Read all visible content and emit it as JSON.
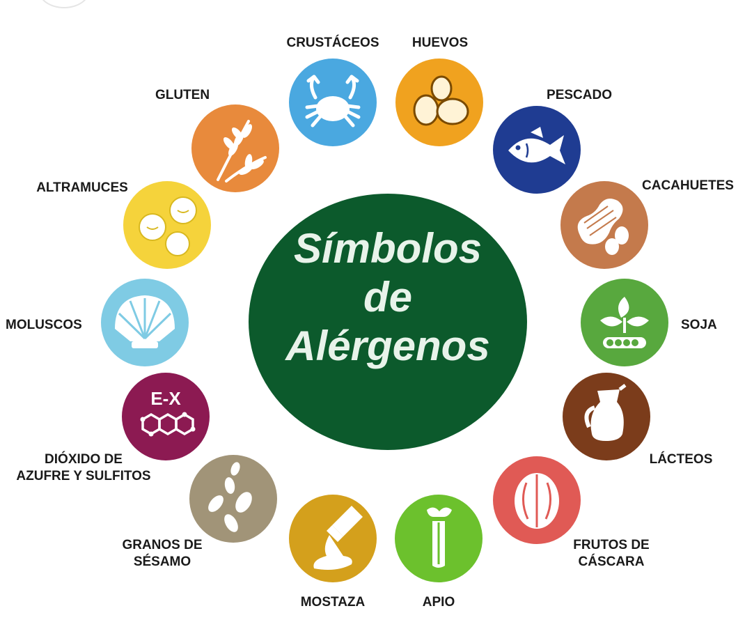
{
  "title": {
    "line1": "Símbolos",
    "line2": "de",
    "line3": "Alérgenos",
    "color": "#0c5a2c"
  },
  "allergens": {
    "crustaceos": {
      "label": "CRUSTÁCEOS",
      "icon": "crab-icon",
      "color": "#4aa8e0"
    },
    "huevos": {
      "label": "HUEVOS",
      "icon": "eggs-icon",
      "color": "#f0a21f"
    },
    "pescado": {
      "label": "PESCADO",
      "icon": "fish-icon",
      "color": "#1f3c92"
    },
    "cacahuetes": {
      "label": "CACAHUETES",
      "icon": "peanut-icon",
      "color": "#c47a4c"
    },
    "soja": {
      "label": "SOJA",
      "icon": "soy-leaves-icon",
      "color": "#58a83e"
    },
    "lacteos": {
      "label": "LÁCTEOS",
      "icon": "milk-jug-icon",
      "color": "#7b3c1b"
    },
    "frutos": {
      "label1": "FRUTOS DE",
      "label2": "CÁSCARA",
      "icon": "walnut-icon",
      "color": "#e05a55"
    },
    "apio": {
      "label": "APIO",
      "icon": "celery-icon",
      "color": "#6cc12d"
    },
    "mostaza": {
      "label": "MOSTAZA",
      "icon": "mustard-bottle-icon",
      "color": "#d4a01c"
    },
    "sesamo": {
      "label1": "GRANOS DE",
      "label2": "SÉSAMO",
      "icon": "sesame-seeds-icon",
      "color": "#a19478"
    },
    "sulfitos": {
      "label1": "DIÓXIDO DE",
      "label2": "AZUFRE Y SULFITOS",
      "icon": "sulfite-molecule-icon",
      "text": "E-X",
      "color": "#8c1a52"
    },
    "moluscos": {
      "label": "MOLUSCOS",
      "icon": "shell-icon",
      "color": "#7fcbe4"
    },
    "altramuces": {
      "label": "ALTRAMUCES",
      "icon": "lupin-beans-icon",
      "color": "#f5d33b"
    },
    "gluten": {
      "label": "GLUTEN",
      "icon": "wheat-icon",
      "color": "#e88a3c"
    }
  }
}
